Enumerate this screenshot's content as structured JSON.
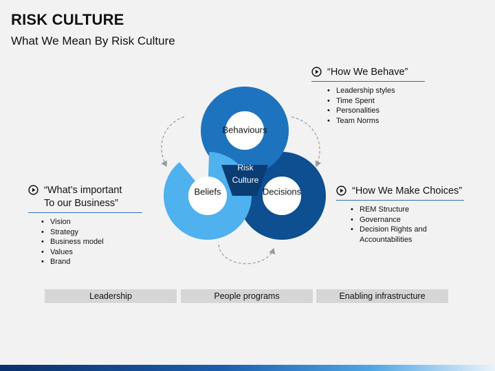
{
  "header": {
    "title": "RISK CULTURE",
    "subtitle": "What We Mean By Risk Culture"
  },
  "diagram": {
    "center_label_line1": "Risk",
    "center_label_line2": "Culture",
    "rings": [
      {
        "label": "Behaviours",
        "color": "#1e73be"
      },
      {
        "label": "Beliefs",
        "color": "#4fb1ee"
      },
      {
        "label": "Decisions",
        "color": "#0d4f91"
      }
    ],
    "center_color": "#0a3d73"
  },
  "callouts": {
    "behave": {
      "heading": "“How We Behave”",
      "items": [
        "Leadership styles",
        "Time Spent",
        "Personalities",
        "Team Norms"
      ]
    },
    "important": {
      "heading_line1": "“What’s important",
      "heading_line2": "To our Business”",
      "items": [
        "Vision",
        "Strategy",
        "Business model",
        "Values",
        "Brand"
      ]
    },
    "choices": {
      "heading": "“How We Make Choices”",
      "items": [
        "REM Structure",
        "Governance",
        "Decision Rights and",
        "Accountabilities"
      ]
    }
  },
  "bars": [
    "Leadership",
    "People programs",
    "Enabling infrastructure"
  ],
  "colors": {
    "accent_line": "#2f6db5",
    "bar_bg": "#d6d6d6"
  }
}
